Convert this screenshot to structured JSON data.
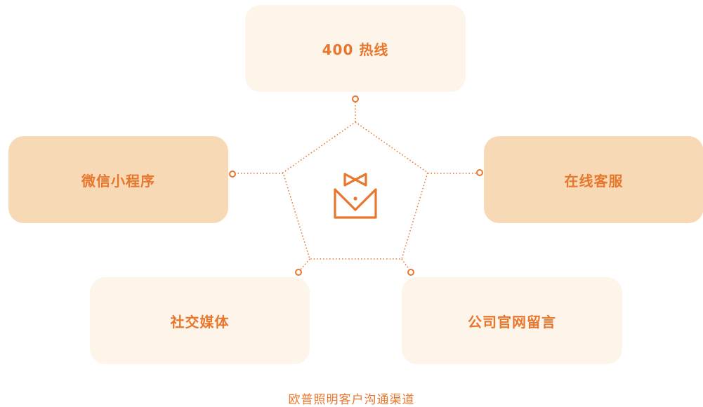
{
  "channels": {
    "hotline": "400 热线",
    "mini_program": "微信小程序",
    "online_service": "在线客服",
    "social_media": "社交媒体",
    "website_message": "公司官网留言"
  },
  "caption": "欧普照明客户沟通渠道",
  "center_icon": "bowtie-service-icon",
  "colors": {
    "accent": "#e8772e",
    "box_light": "#fdf4ea",
    "box_mid": "#f8d9b6"
  }
}
